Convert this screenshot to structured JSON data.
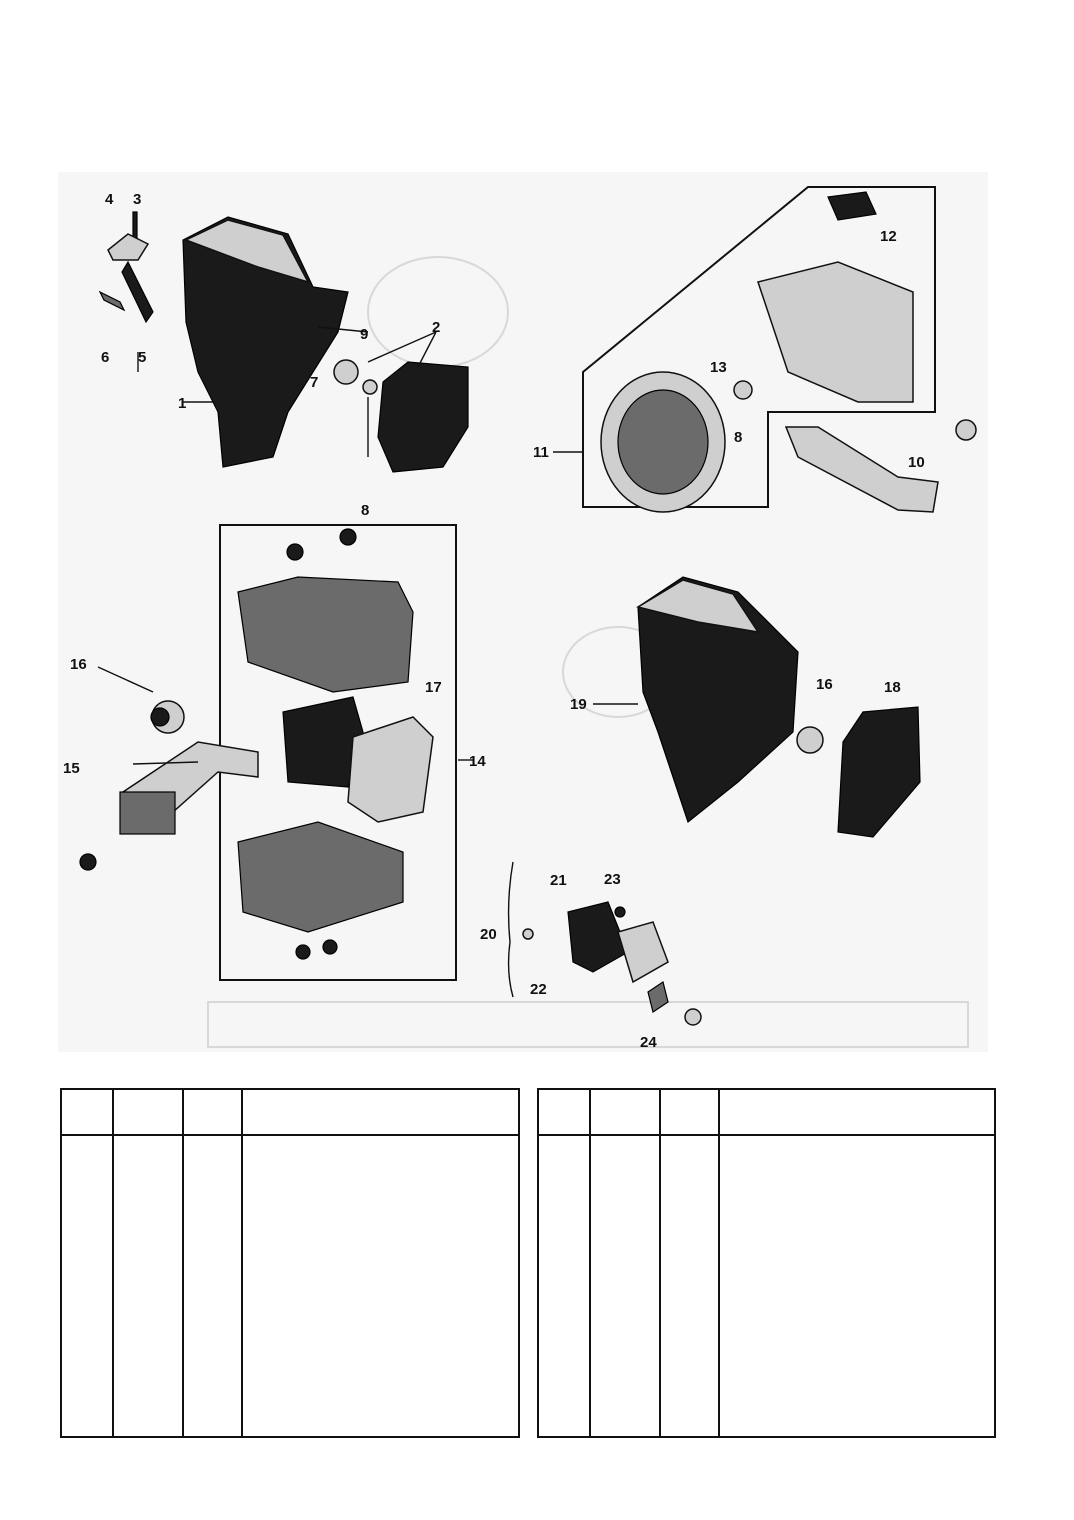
{
  "diagram": {
    "callouts": [
      "1",
      "2",
      "3",
      "4",
      "5",
      "6",
      "7",
      "8",
      "9",
      "10",
      "11",
      "12",
      "13",
      "14",
      "15",
      "16",
      "17",
      "18",
      "19",
      "20",
      "21",
      "22",
      "23",
      "24"
    ]
  },
  "tables": [
    {
      "header": [
        "",
        "",
        "",
        ""
      ],
      "rows": []
    },
    {
      "header": [
        "",
        "",
        "",
        ""
      ],
      "rows": []
    }
  ]
}
